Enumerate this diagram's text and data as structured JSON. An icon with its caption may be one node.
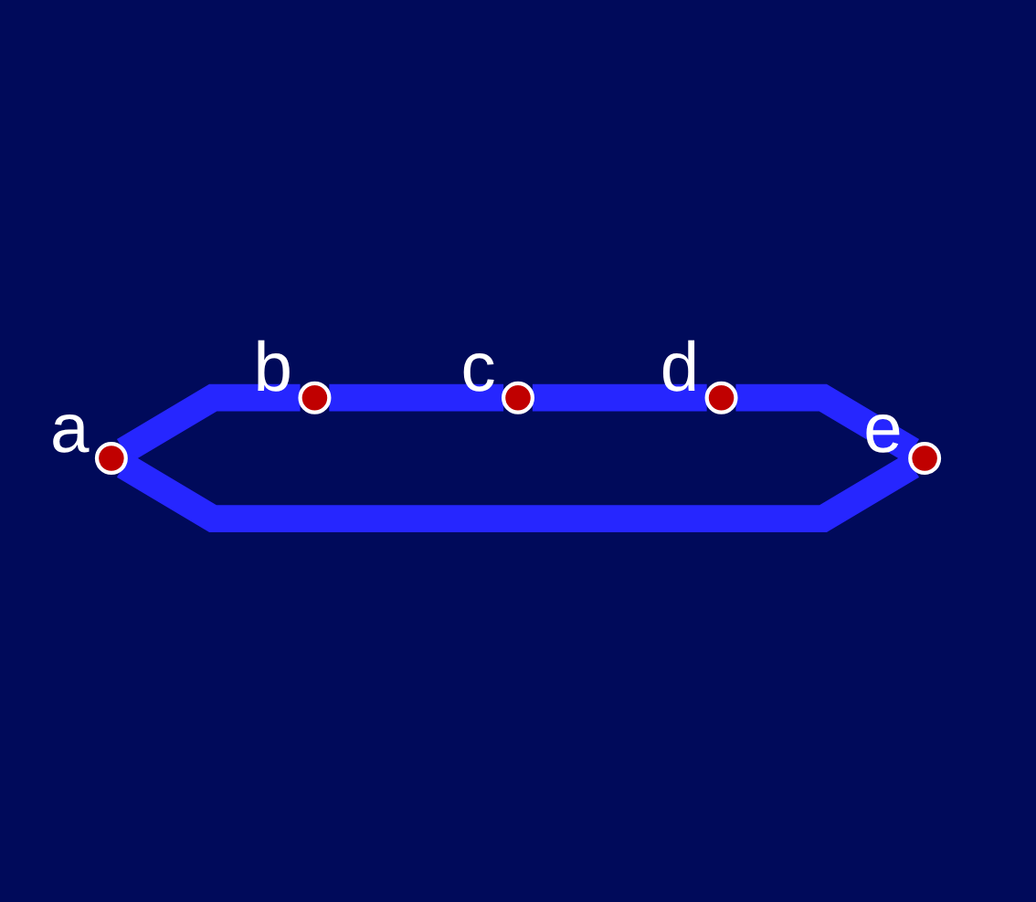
{
  "diagram": {
    "nodes": [
      {
        "text": [],
        "shape": "circle",
        "beside": [
          "a"
        ]
      },
      {
        "text": [],
        "shape": "circle",
        "beside": [
          "b"
        ]
      },
      {
        "text": [],
        "shape": "circle",
        "beside": [
          "c"
        ]
      },
      {
        "text": [],
        "shape": "circle",
        "beside": [
          "d"
        ]
      },
      {
        "text": [],
        "shape": "circle",
        "beside": [
          "e"
        ]
      }
    ],
    "edges": [
      {
        "from": 0,
        "to": 1,
        "arrow": "none"
      },
      {
        "from": 1,
        "to": 2,
        "arrow": "none"
      },
      {
        "from": 2,
        "to": 3,
        "arrow": "none"
      },
      {
        "from": 3,
        "to": 4,
        "arrow": "none"
      },
      {
        "from": 4,
        "to": 0,
        "arrow": "none"
      }
    ]
  }
}
